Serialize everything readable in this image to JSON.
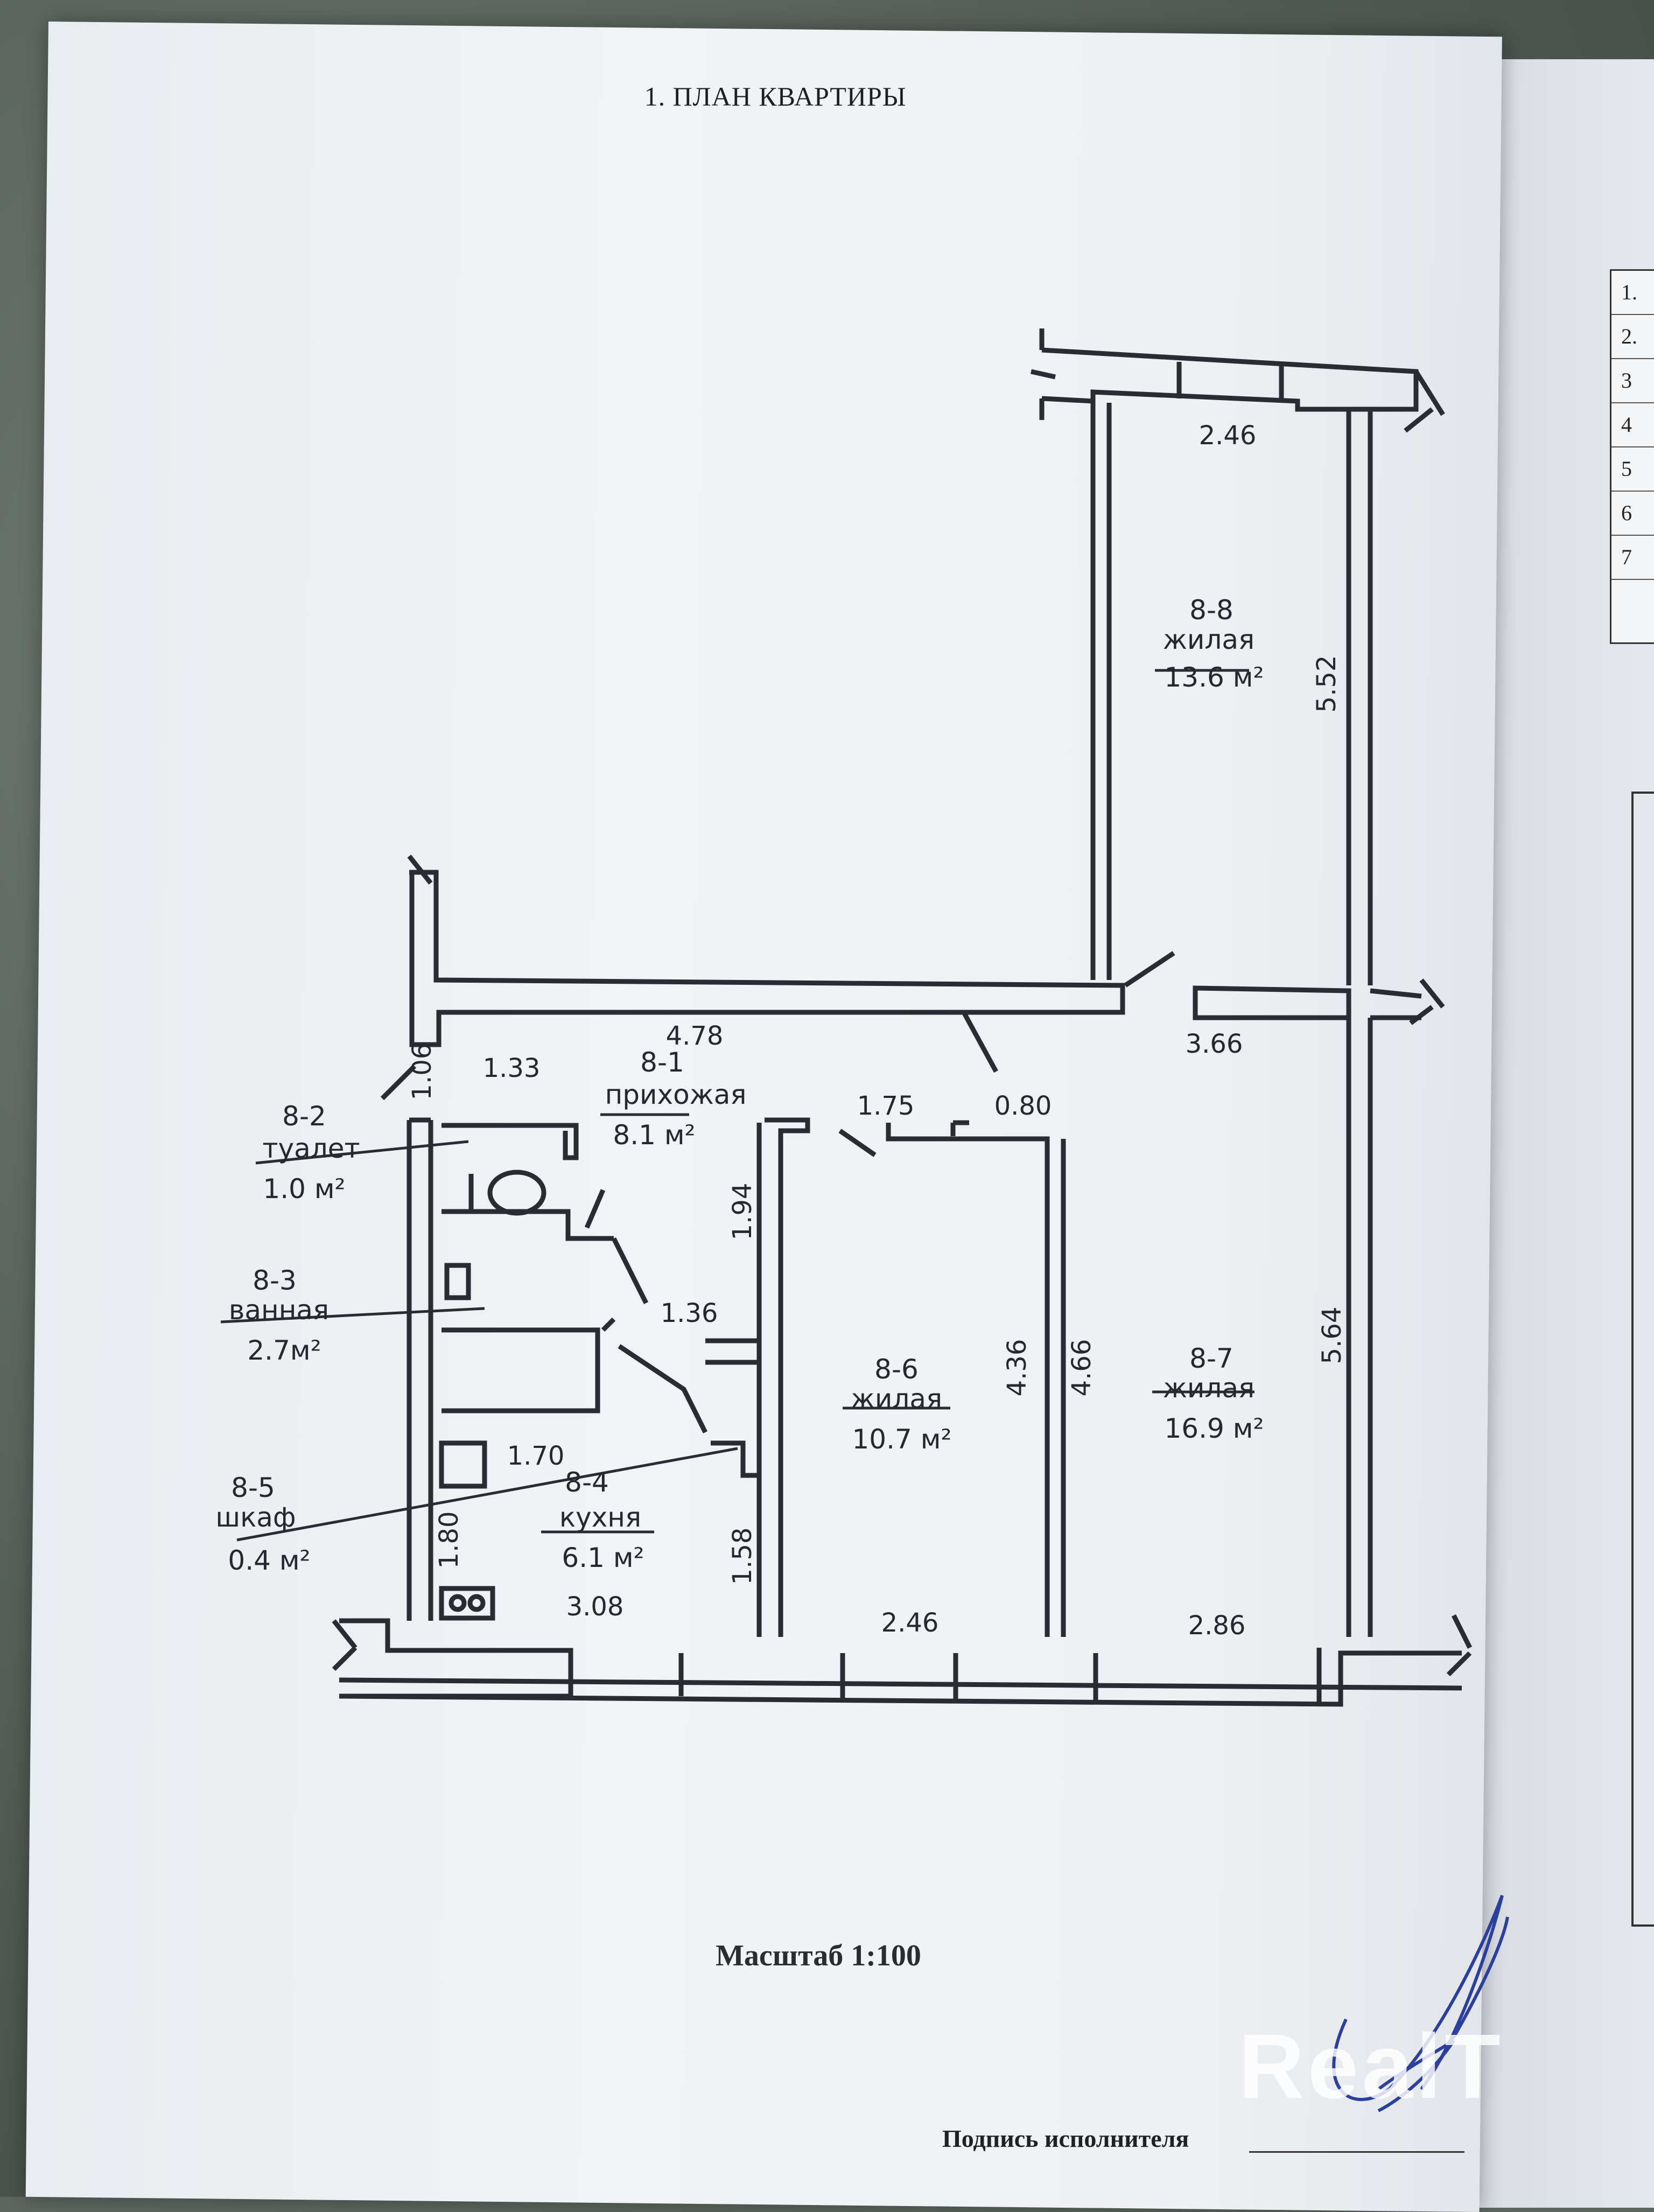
{
  "document": {
    "title": "1. ПЛАН КВАРТИРЫ",
    "scale": "Масштаб 1:100",
    "signature_label": "Подпись исполнителя"
  },
  "rooms": [
    {
      "id": "8-8",
      "type": "жилая",
      "area": "13.6 м²"
    },
    {
      "id": "8-1",
      "type": "прихожая",
      "area": "8.1 м²"
    },
    {
      "id": "8-2",
      "type": "туалет",
      "area": "1.0 м²"
    },
    {
      "id": "8-3",
      "type": "ванная",
      "area": "2.7м²"
    },
    {
      "id": "8-4",
      "type": "кухня",
      "area": "6.1 м²"
    },
    {
      "id": "8-5",
      "type": "шкаф",
      "area": "0.4 м²"
    },
    {
      "id": "8-6",
      "type": "жилая",
      "area": "10.7 м²"
    },
    {
      "id": "8-7",
      "type": "жилая",
      "area": "16.9 м²"
    }
  ],
  "dimensions": {
    "d_2_46_top": "2.46",
    "d_5_52": "5.52",
    "d_4_78": "4.78",
    "d_3_66": "3.66",
    "d_1_06": "1.06",
    "d_1_33": "1.33",
    "d_1_75": "1.75",
    "d_0_80": "0.80",
    "d_1_94": "1.94",
    "d_1_36": "1.36",
    "d_4_36": "4.36",
    "d_4_66": "4.66",
    "d_5_64": "5.64",
    "d_1_70": "1.70",
    "d_1_80": "1.80",
    "d_1_58": "1.58",
    "d_3_08": "3.08",
    "d_2_46_bottom": "2.46",
    "d_2_86": "2.86"
  },
  "side_table_rows": [
    "1.",
    "2.",
    "3",
    "4",
    "5",
    "6",
    "7"
  ],
  "watermark": "RealT"
}
